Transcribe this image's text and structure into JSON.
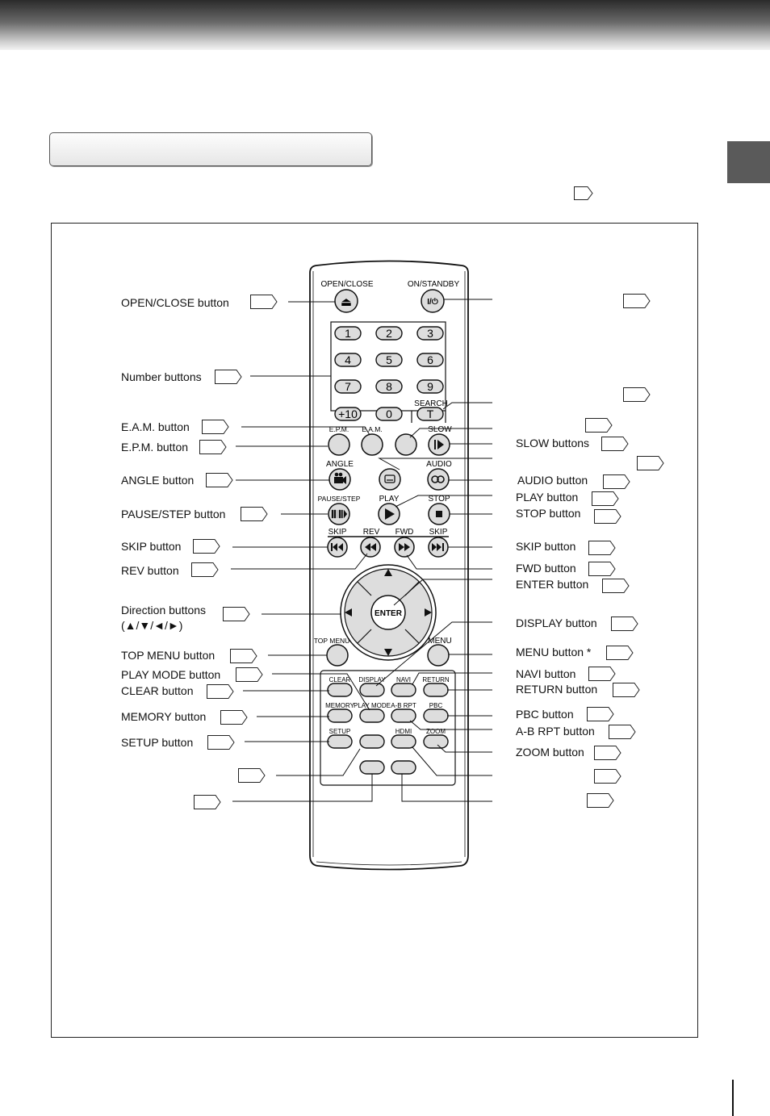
{
  "remote": {
    "top_labels": {
      "open_close": "OPEN/CLOSE",
      "on_standby": "ON/STANDBY"
    },
    "power_symbol": "I/⏻",
    "eject_symbol": "⏏",
    "number_keys": [
      "1",
      "2",
      "3",
      "4",
      "5",
      "6",
      "7",
      "8",
      "9",
      "+10",
      "0",
      "T"
    ],
    "search_label": "SEARCH",
    "row_labels": {
      "epm": "E.P.M.",
      "eam": "E.A.M.",
      "slow": "SLOW",
      "angle": "ANGLE",
      "audio": "AUDIO",
      "pause_step": "PAUSE/STEP",
      "play": "PLAY",
      "stop": "STOP",
      "skip_left": "SKIP",
      "rev": "REV",
      "fwd": "FWD",
      "skip_right": "SKIP",
      "enter": "ENTER",
      "top_menu": "TOP MENU",
      "menu": "MENU",
      "clear": "CLEAR",
      "display": "DISPLAY",
      "navi": "NAVI",
      "return": "RETURN",
      "memory": "MEMORY",
      "play_mode": "PLAY MODE",
      "ab_rpt": "A-B RPT",
      "pbc": "PBC",
      "setup": "SETUP",
      "hdmi": "HDMI",
      "zoom": "ZOOM"
    }
  },
  "callouts_left": {
    "open_close": "OPEN/CLOSE button",
    "number": "Number buttons",
    "eam": "E.A.M. button",
    "epm": "E.P.M. button",
    "angle": "ANGLE button",
    "pause_step": "PAUSE/STEP button",
    "skip": "SKIP button",
    "rev": "REV button",
    "direction": "Direction buttons",
    "direction_arrows": "(▲/▼/◄/►)",
    "top_menu": "TOP MENU button",
    "play_mode": "PLAY MODE button",
    "clear": "CLEAR button",
    "memory": "MEMORY button",
    "setup": "SETUP button"
  },
  "callouts_right": {
    "slow": "SLOW buttons",
    "audio": "AUDIO button",
    "play": "PLAY button",
    "stop": "STOP button",
    "skip": "SKIP button",
    "fwd": "FWD button",
    "enter": "ENTER button",
    "display": "DISPLAY button",
    "menu": "MENU button *",
    "navi": "NAVI button",
    "return": "RETURN button",
    "pbc": "PBC button",
    "ab_rpt": "A-B RPT button",
    "zoom": "ZOOM button"
  }
}
